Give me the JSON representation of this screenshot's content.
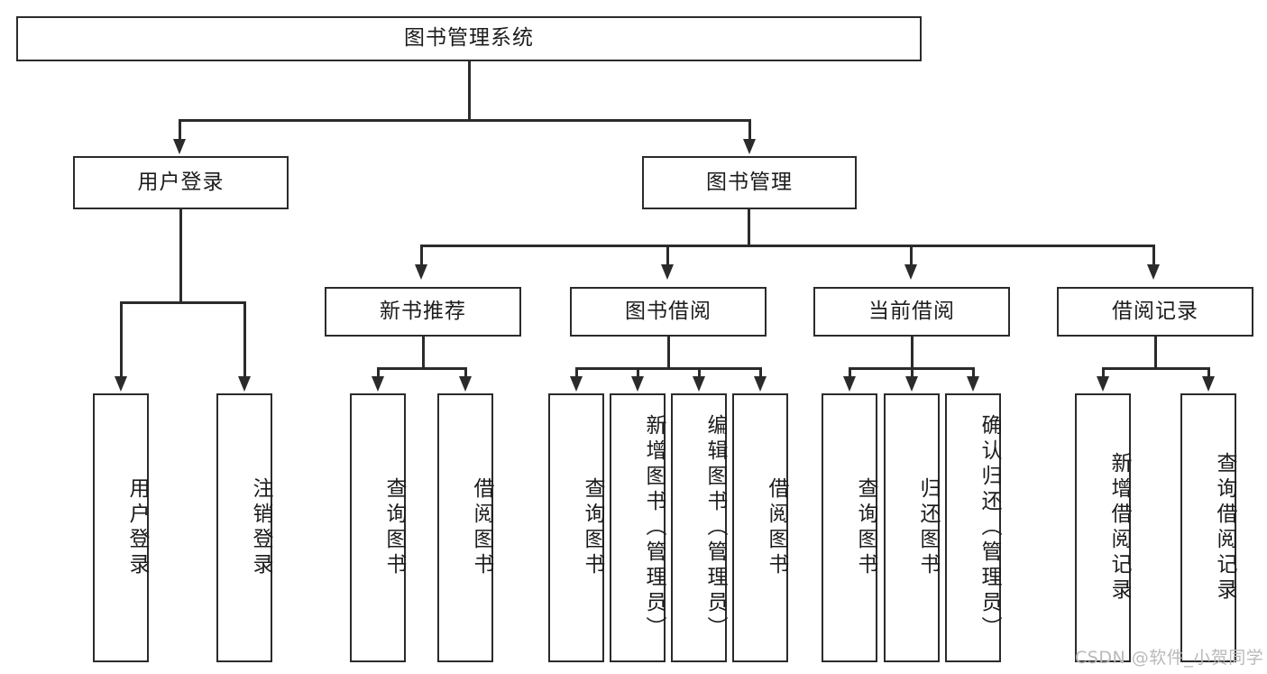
{
  "diagram": {
    "type": "tree-hierarchy",
    "title": "图书管理系统",
    "orientation": "top-down",
    "colors": {
      "box_border": "#2b2b2b",
      "box_fill": "#ffffff",
      "connector": "#2b2b2b",
      "text": "#1c1c1c",
      "watermark": "#b9b9b9",
      "background": "#ffffff"
    }
  },
  "root": {
    "label": "图书管理系统"
  },
  "level2": [
    {
      "label": "用户登录"
    },
    {
      "label": "图书管理"
    }
  ],
  "level3": [
    {
      "label": "新书推荐"
    },
    {
      "label": "图书借阅"
    },
    {
      "label": "当前借阅"
    },
    {
      "label": "借阅记录"
    }
  ],
  "leaves": {
    "user_login": [
      {
        "label": "用户登录"
      },
      {
        "label": "注销登录"
      }
    ],
    "new_book_recommend": [
      {
        "label": "查询图书"
      },
      {
        "label": "借阅图书"
      }
    ],
    "book_borrow": [
      {
        "label": "查询图书"
      },
      {
        "label": "新增图书（管理员）"
      },
      {
        "label": "编辑图书（管理员）"
      },
      {
        "label": "借阅图书"
      }
    ],
    "current_borrow": [
      {
        "label": "查询图书"
      },
      {
        "label": "归还图书"
      },
      {
        "label": "确认归还（管理员）"
      }
    ],
    "borrow_records": [
      {
        "label": "新增借阅记录"
      },
      {
        "label": "查询借阅记录"
      }
    ]
  },
  "watermark": {
    "text": "CSDN @软件_小贺同学"
  }
}
